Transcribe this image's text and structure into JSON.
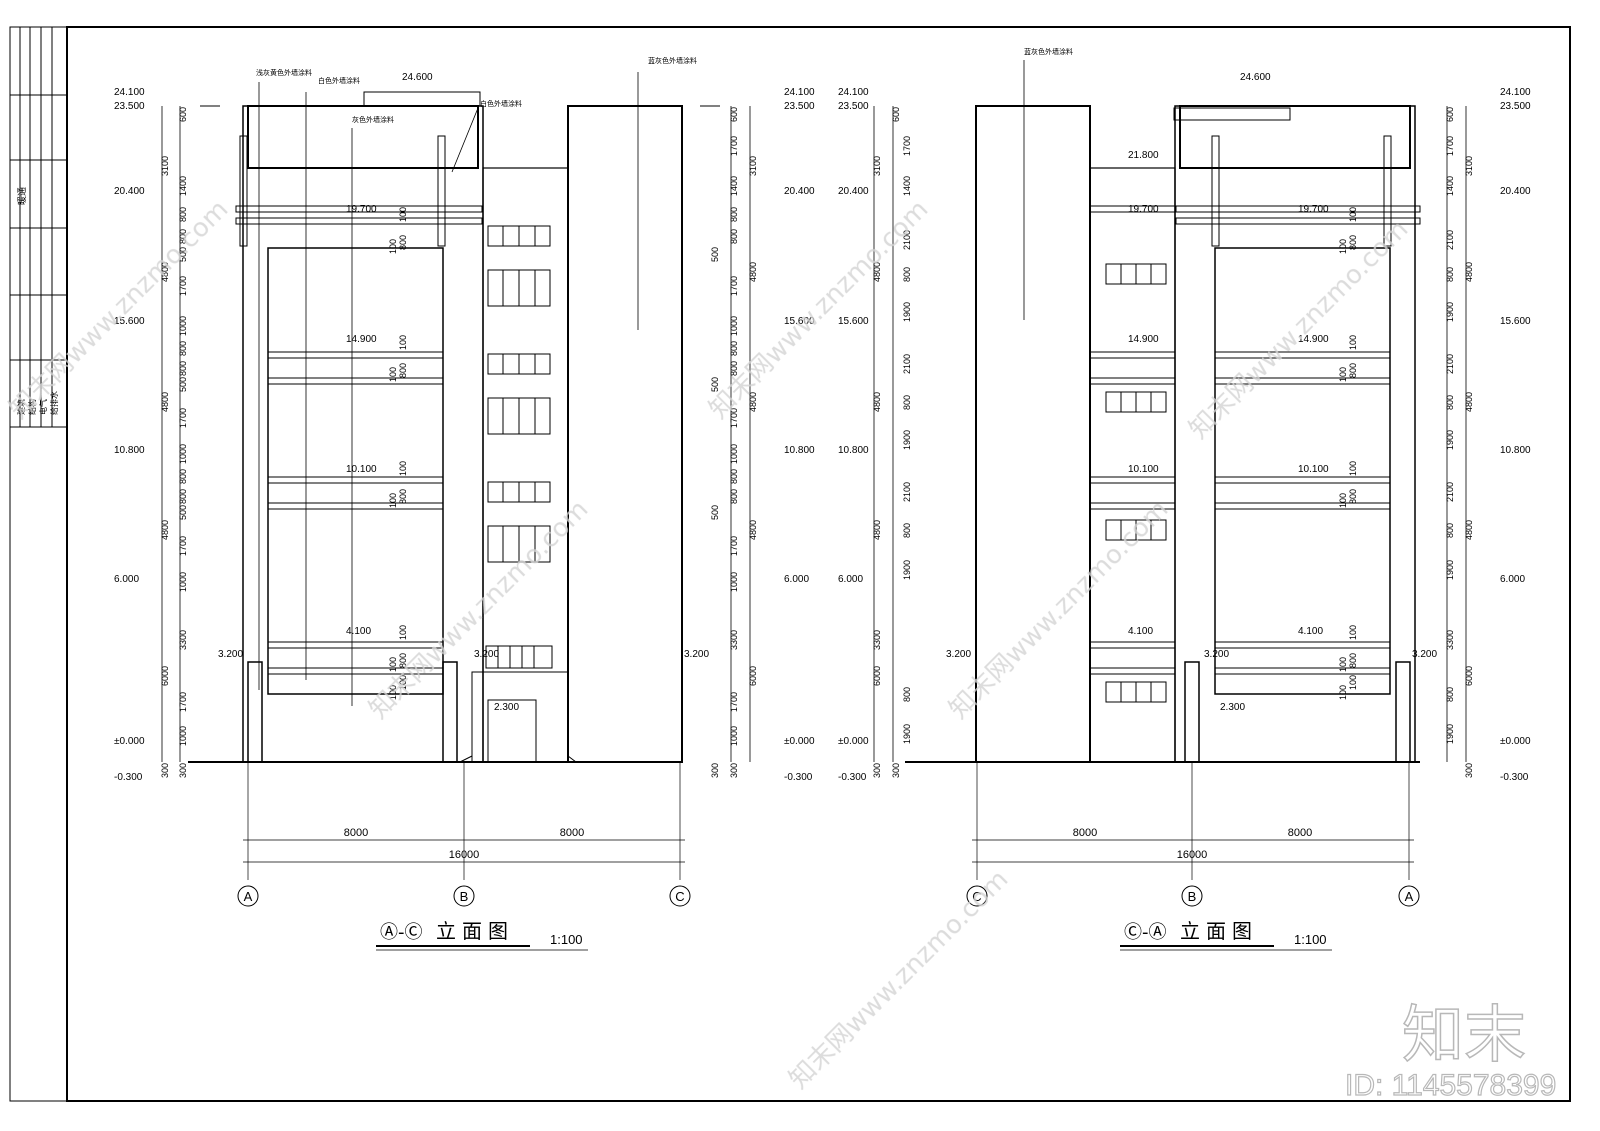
{
  "sheet": {
    "title_block": [
      "暖通",
      "建筑",
      "结构",
      "电气",
      "给排水"
    ],
    "watermark_text": "知末网www.znzmo.com",
    "brand": "知末",
    "id_label": "ID: 1145578399"
  },
  "left": {
    "title_a": "Ⓐ-Ⓒ",
    "title_b": "立面图",
    "scale": "1:100",
    "axis_labels": [
      "A",
      "B",
      "C"
    ],
    "dim_bay": [
      "8000",
      "8000"
    ],
    "dim_total": "16000",
    "notes": [
      "浅灰黄色外墙涂料",
      "白色外墙涂料",
      "灰色外墙涂料",
      "白色外墙涂料",
      "蓝灰色外墙涂料"
    ],
    "levels_outer": [
      "24.100",
      "23.500",
      "20.400",
      "15.600",
      "10.800",
      "6.000",
      "±0.000",
      "-0.300"
    ],
    "levels_inner": [
      "24.600",
      "19.700",
      "14.900",
      "10.100",
      "4.100",
      "3.200",
      "3.200",
      "3.200",
      "2.300"
    ],
    "dims_left": [
      "600",
      "3100",
      "1400",
      "800",
      "800",
      "4800",
      "500",
      "1700",
      "1000",
      "800",
      "800",
      "4800",
      "500",
      "1700",
      "1000",
      "800",
      "800",
      "4800",
      "500",
      "1700",
      "1000",
      "3300",
      "6000",
      "1700",
      "1000",
      "300",
      "300"
    ],
    "dims_right": [
      "600",
      "1700",
      "3100",
      "1400",
      "800",
      "800",
      "4800",
      "500",
      "1700",
      "1000",
      "800",
      "800",
      "4800",
      "500",
      "1700",
      "1000",
      "800",
      "800",
      "4800",
      "500",
      "1700",
      "1000",
      "3300",
      "6000",
      "1700",
      "1000",
      "300",
      "300"
    ],
    "dims_mid": [
      "100",
      "100",
      "800",
      "100",
      "100",
      "800",
      "100",
      "100",
      "800",
      "100",
      "100",
      "800",
      "100",
      "100"
    ]
  },
  "right": {
    "title_a": "Ⓒ-Ⓐ",
    "title_b": "立面图",
    "scale": "1:100",
    "axis_labels": [
      "C",
      "B",
      "A"
    ],
    "dim_bay": [
      "8000",
      "8000"
    ],
    "dim_total": "16000",
    "notes": [
      "蓝灰色外墙涂料"
    ],
    "levels_outer": [
      "24.100",
      "23.500",
      "20.400",
      "15.600",
      "10.800",
      "6.000",
      "±0.000",
      "-0.300"
    ],
    "levels_inner": [
      "24.600",
      "21.800",
      "19.700",
      "19.700",
      "14.900",
      "14.900",
      "10.100",
      "10.100",
      "4.100",
      "4.100",
      "3.200",
      "3.200",
      "3.200",
      "2.300"
    ],
    "dims_left": [
      "600",
      "1700",
      "3100",
      "1400",
      "2100",
      "4800",
      "800",
      "1900",
      "2100",
      "4800",
      "800",
      "1900",
      "2100",
      "4800",
      "800",
      "1900",
      "3300",
      "6000",
      "800",
      "1900",
      "300",
      "300"
    ],
    "dims_right": [
      "600",
      "1700",
      "3100",
      "1400",
      "2100",
      "4800",
      "800",
      "1900",
      "2100",
      "4800",
      "800",
      "1900",
      "2100",
      "4800",
      "800",
      "1900",
      "3300",
      "6000",
      "800",
      "1900",
      "300"
    ],
    "dims_mid": [
      "100",
      "100",
      "800",
      "100",
      "100",
      "800",
      "100",
      "100",
      "800",
      "100",
      "100",
      "800",
      "100",
      "100"
    ]
  }
}
